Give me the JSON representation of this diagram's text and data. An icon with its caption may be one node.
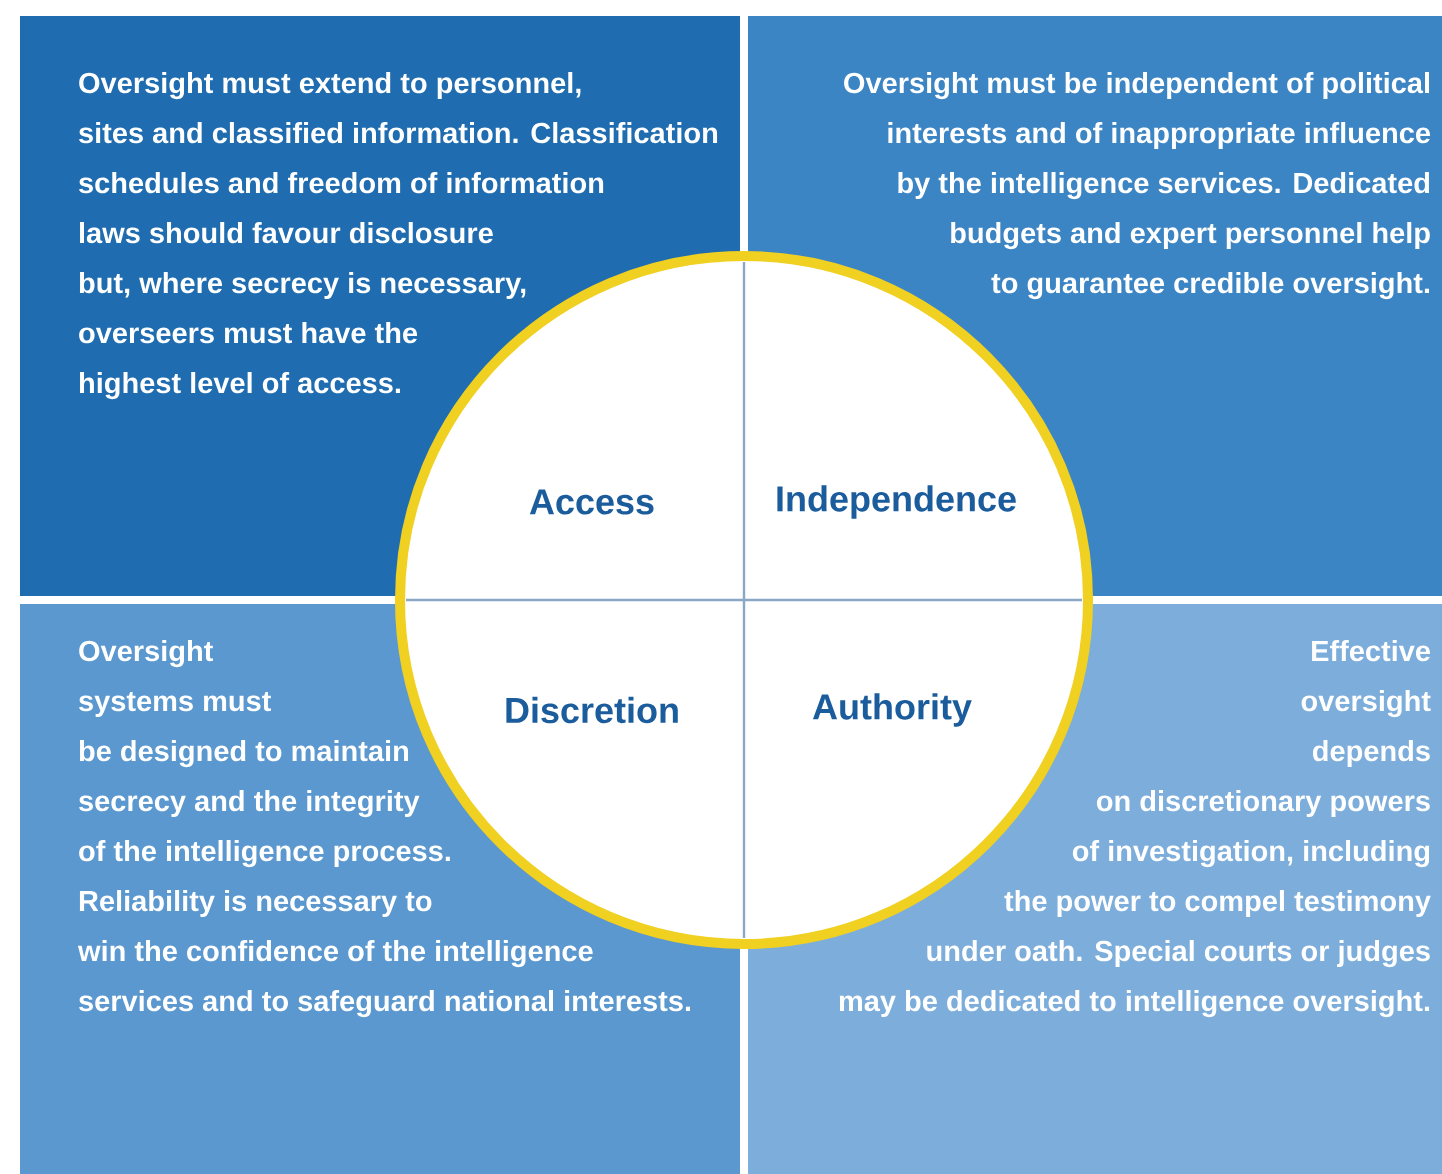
{
  "diagram": {
    "nodes": [
      {
        "text": [
          "Oversight must extend to personnel, sites and classified information. Classification schedules and freedom of information laws should favour disclosure but, where secrecy is necessary, overseers must have the highest level of access.",
          "Access"
        ]
      },
      {
        "text": [
          "Oversight must be independent of political interests and of inappropriate influence by the intelligence services. Dedicated budgets and expert personnel help to guarantee credible oversight.",
          "Independence"
        ]
      },
      {
        "text": [
          "Oversight systems must be designed to maintain secrecy and the integrity of the intelligence process. Reliability is necessary to win the confidence of the intelligence services and to safeguard national interests.",
          "Discretion"
        ]
      },
      {
        "text": [
          "Effective oversight depends on discretionary powers of investigation, including the power to compel testimony under oath. Special courts or judges may be dedicated to intelligence oversight.",
          "Authority"
        ]
      }
    ]
  }
}
